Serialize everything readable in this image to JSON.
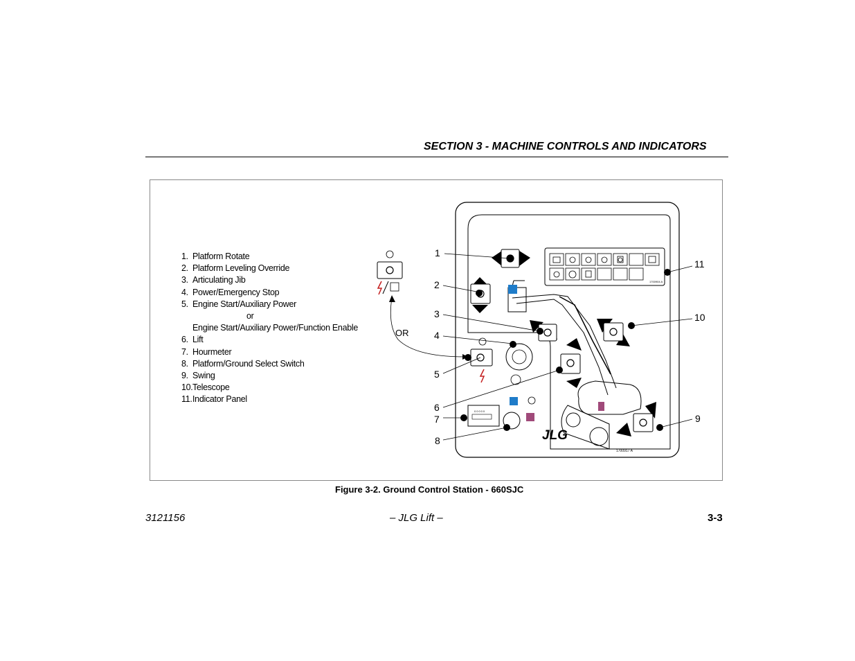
{
  "page": {
    "header": "SECTION 3 - MACHINE CONTROLS AND INDICATORS",
    "footer_left": "3121156",
    "footer_center": "– JLG Lift –",
    "footer_right": "3-3"
  },
  "figure": {
    "caption": "Figure 3-2. Ground Control Station - 660SJC",
    "or_label": "OR",
    "brand": "JLG",
    "drawing_code": "1700917 A",
    "panel_code": "1700904 A",
    "hourmeter_digits": "00000",
    "callouts": [
      "1",
      "2",
      "3",
      "4",
      "5",
      "6",
      "7",
      "8",
      "9",
      "10",
      "11"
    ],
    "colors": {
      "blue_indicator": "#1f7cc9",
      "magenta_indicator": "#a04a7a"
    }
  },
  "legend": {
    "items": [
      {
        "num": "1.",
        "label": "Platform Rotate"
      },
      {
        "num": "2.",
        "label": "Platform Leveling Override"
      },
      {
        "num": "3.",
        "label": "Articulating Jib"
      },
      {
        "num": "4.",
        "label": "Power/Emergency Stop"
      },
      {
        "num": "5.",
        "label": "Engine Start/Auxiliary Power"
      }
    ],
    "or_text": "or",
    "alt_label": "Engine Start/Auxiliary Power/Function Enable",
    "items2": [
      {
        "num": "6.",
        "label": "Lift"
      },
      {
        "num": "7.",
        "label": "Hourmeter"
      },
      {
        "num": "8.",
        "label": "Platform/Ground Select Switch"
      },
      {
        "num": "9.",
        "label": "Swing"
      },
      {
        "num": "10.",
        "label": "Telescope"
      },
      {
        "num": "11.",
        "label": "Indicator Panel"
      }
    ]
  }
}
